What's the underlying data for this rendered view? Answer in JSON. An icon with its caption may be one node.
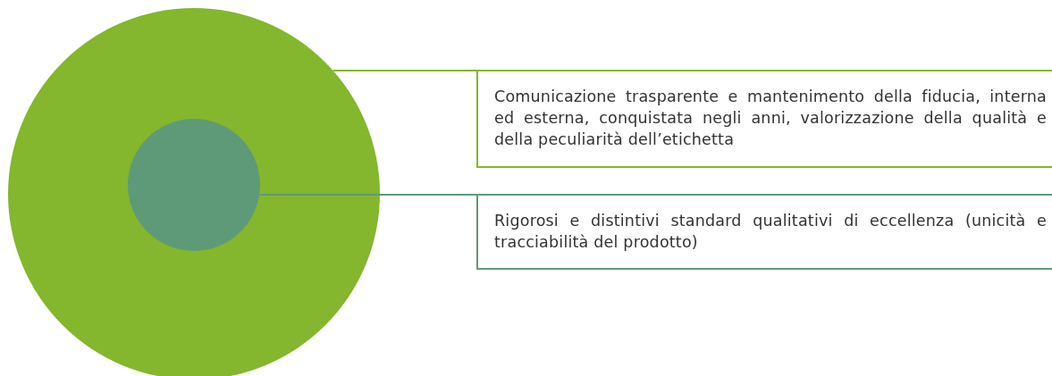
{
  "diagram": {
    "nodes": [
      {
        "text": [],
        "shape": "circle"
      },
      {
        "text": [],
        "shape": "circle",
        "in": 0
      },
      {
        "text": [
          "Comunicazione trasparente e mantenimento della fiducia, interna ed esterna, conquistata negli anni, valorizzazione della qualità e della peculiarità dell’etichetta"
        ]
      },
      {
        "text": [
          "Rigorosi e distintivi standard qualitativi di eccellenza (unicità e tracciabilità del prodotto)"
        ]
      }
    ],
    "edges": [
      {
        "from": 0,
        "to": 2,
        "arrow": "none",
        "color": "#84b62e"
      },
      {
        "from": 1,
        "to": 3,
        "arrow": "none",
        "color": "#5f9a78"
      }
    ]
  }
}
